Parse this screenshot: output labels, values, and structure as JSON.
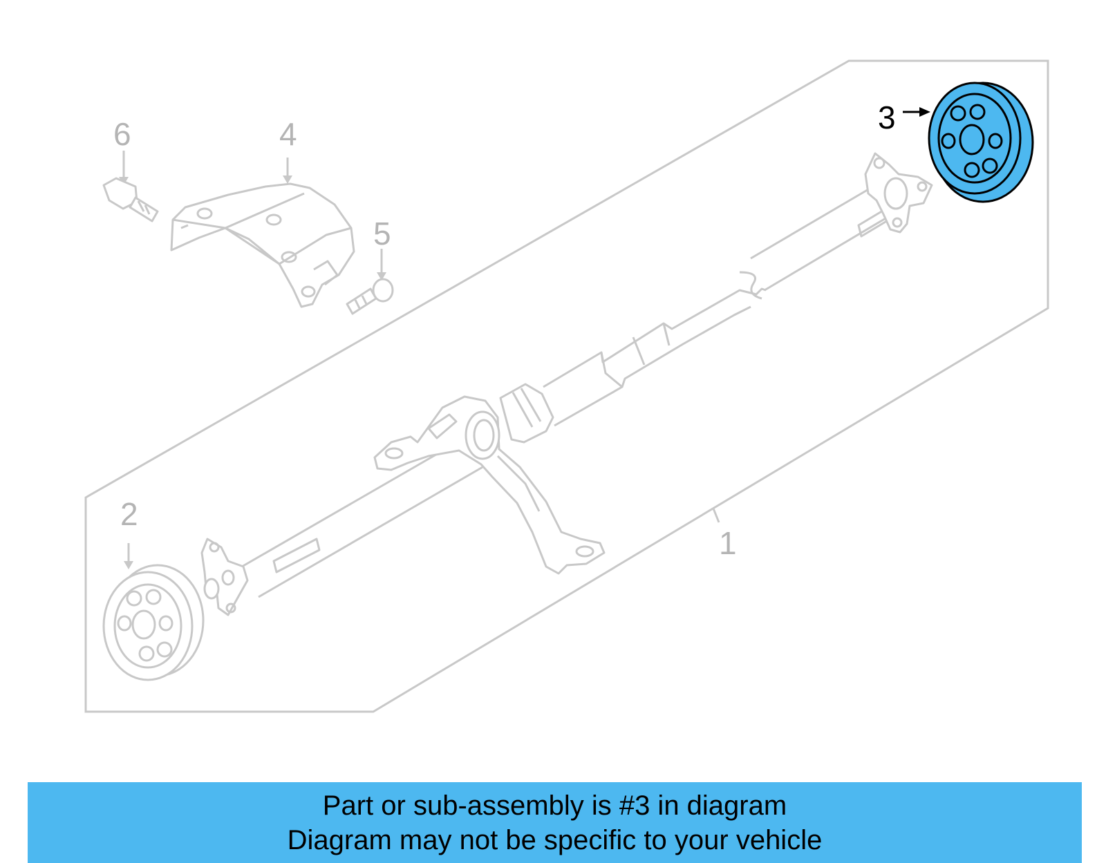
{
  "diagram": {
    "callouts": {
      "one": "1",
      "two": "2",
      "three": "3",
      "four": "4",
      "five": "5",
      "six": "6"
    },
    "highlighted_part": "3",
    "colors": {
      "highlight": "#4DB8F0",
      "line_gray": "#C8C8C8",
      "label_gray": "#B4B4B4",
      "outline_dark": "#000000"
    }
  },
  "caption": {
    "line1": "Part or sub-assembly is #3 in diagram",
    "line2": "Diagram may not be specific to your vehicle",
    "background": "#4DB8F0"
  }
}
